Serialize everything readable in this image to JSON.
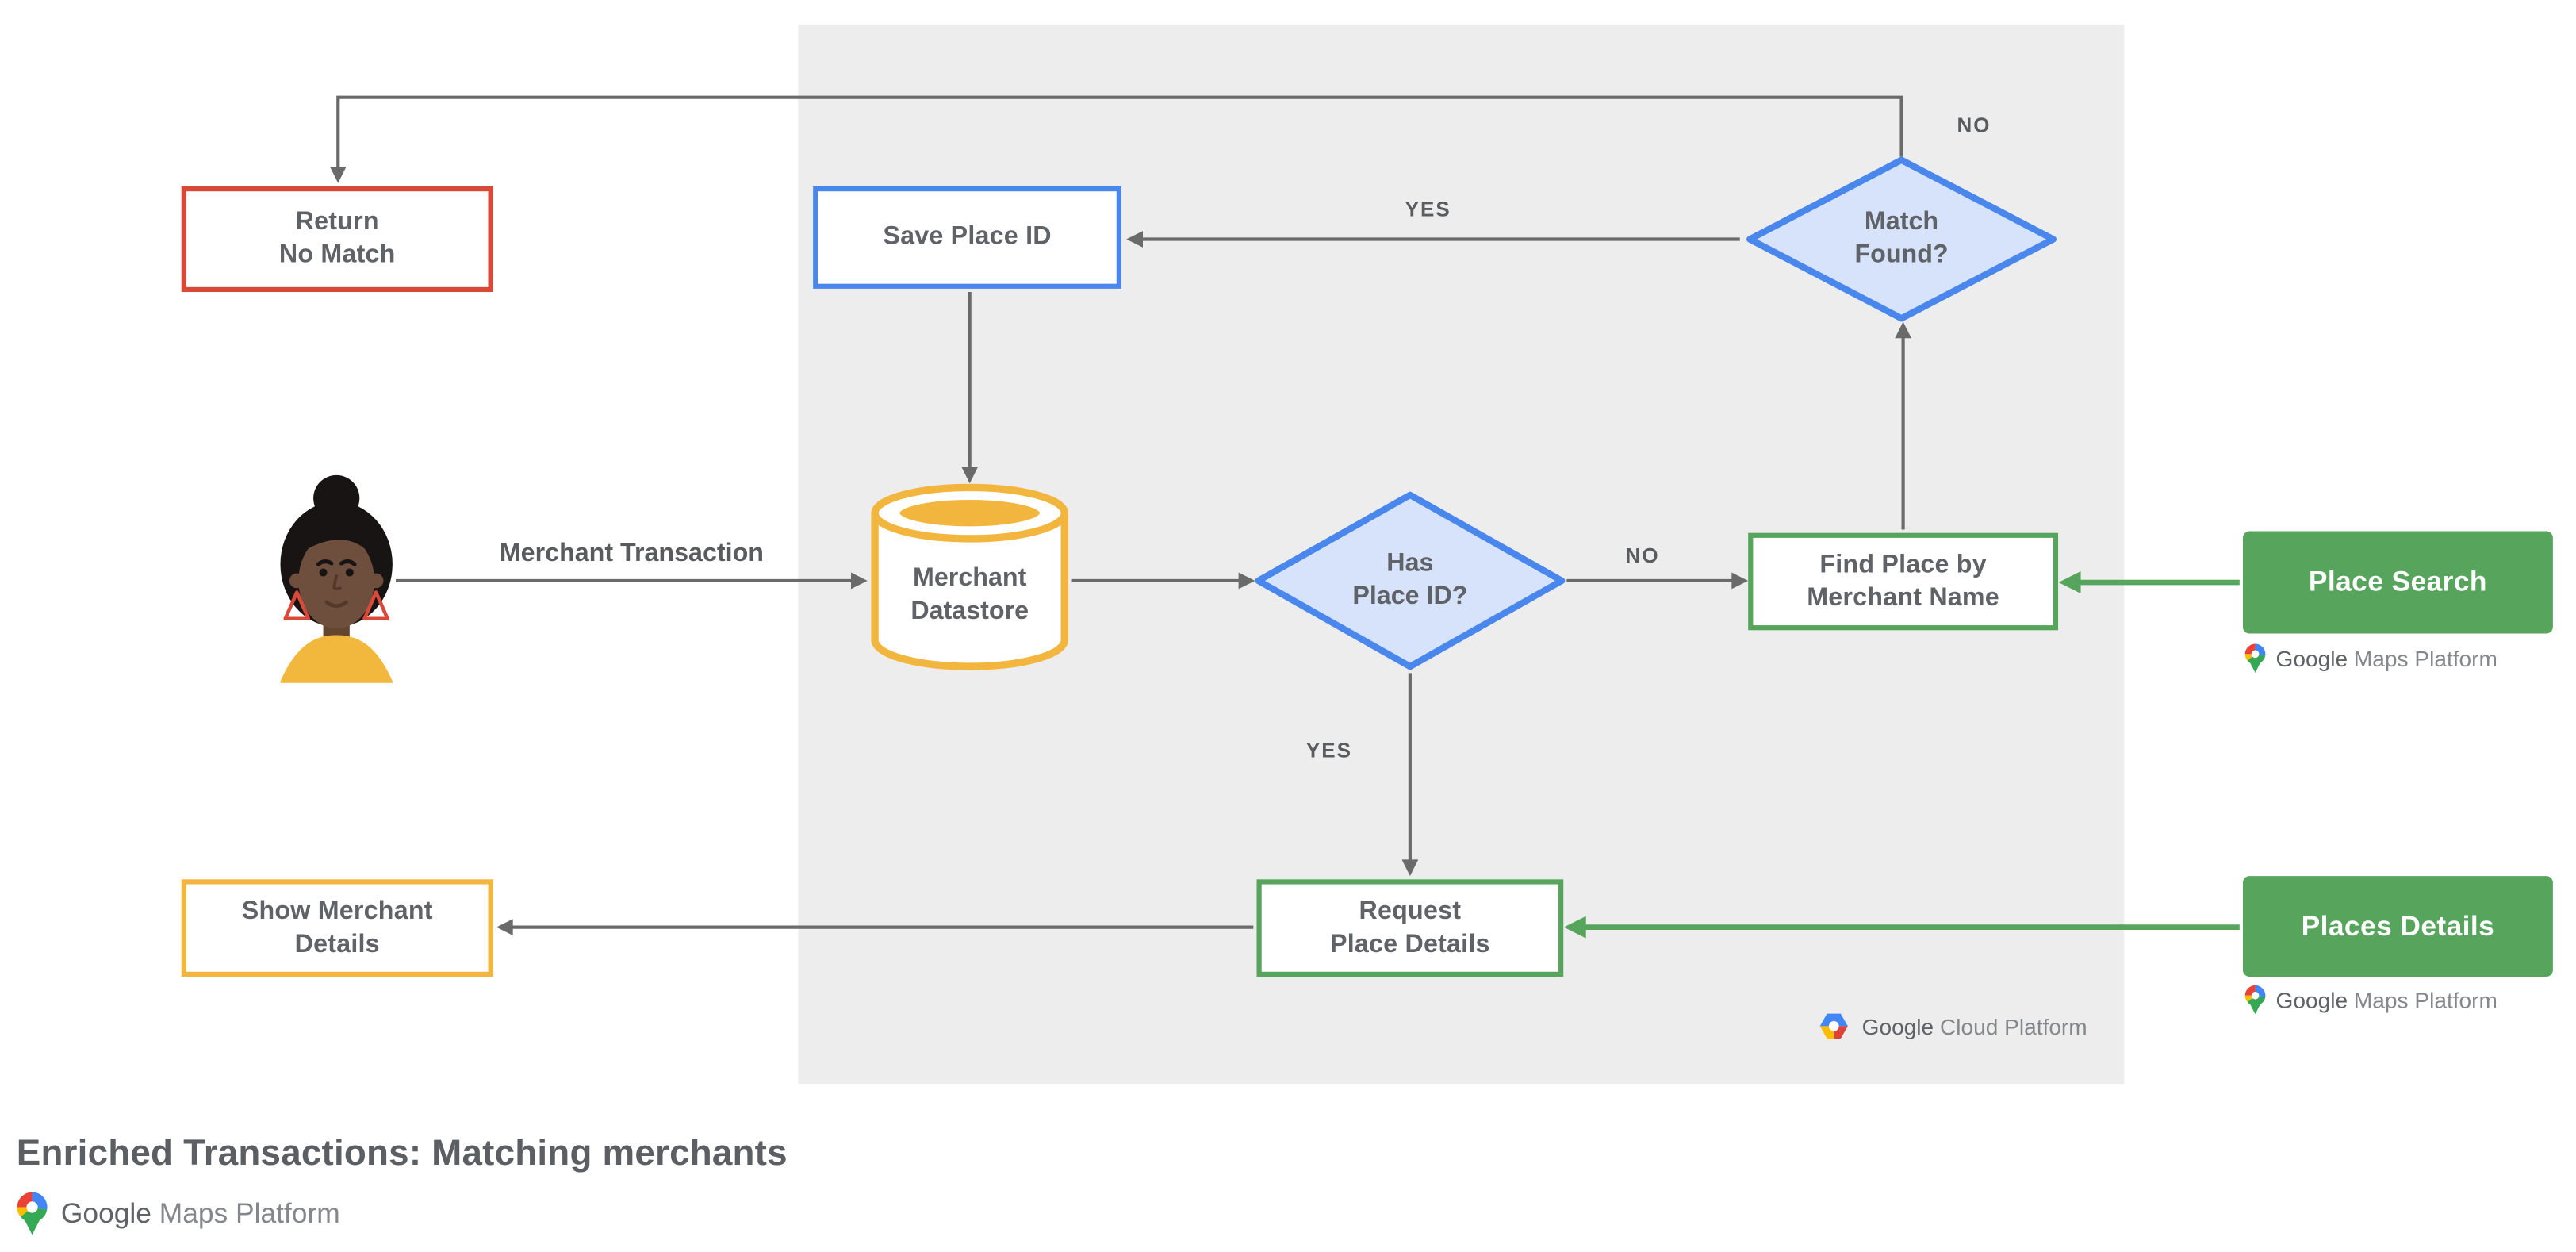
{
  "title": "Enriched Transactions: Matching merchants",
  "nodes": {
    "return_no_match": {
      "line1": "Return",
      "line2": "No Match"
    },
    "save_place_id": {
      "label": "Save Place ID"
    },
    "match_found": {
      "line1": "Match",
      "line2": "Found?"
    },
    "merchant_datastore": {
      "line1": "Merchant",
      "line2": "Datastore"
    },
    "has_place_id": {
      "line1": "Has",
      "line2": "Place ID?"
    },
    "find_place": {
      "line1": "Find Place by",
      "line2": "Merchant Name"
    },
    "request_place_details": {
      "line1": "Request",
      "line2": "Place Details"
    },
    "show_merchant_details": {
      "line1": "Show Merchant",
      "line2": "Details"
    },
    "place_search": {
      "label": "Place Search"
    },
    "places_details": {
      "label": "Places Details"
    }
  },
  "edge_labels": {
    "merchant_transaction": "Merchant Transaction",
    "yes_save": "YES",
    "no_top": "NO",
    "no_find": "NO",
    "yes_request": "YES"
  },
  "logos": {
    "maps_platform": {
      "google": "Google",
      "product": "Maps Platform",
      "icon": "google-maps-pin"
    },
    "cloud_platform": {
      "google": "Google",
      "product": "Cloud Platform",
      "icon": "google-cloud-hexagon"
    }
  },
  "colors": {
    "red": "#D9493A",
    "blue": "#4A87ED",
    "blue_fill": "#D7E3FA",
    "yellow": "#F2B63E",
    "green": "#57A55C",
    "arrow_gray": "#6A6A6A",
    "text_gray": "#5F6368",
    "panel_gray": "#EDEDED"
  }
}
